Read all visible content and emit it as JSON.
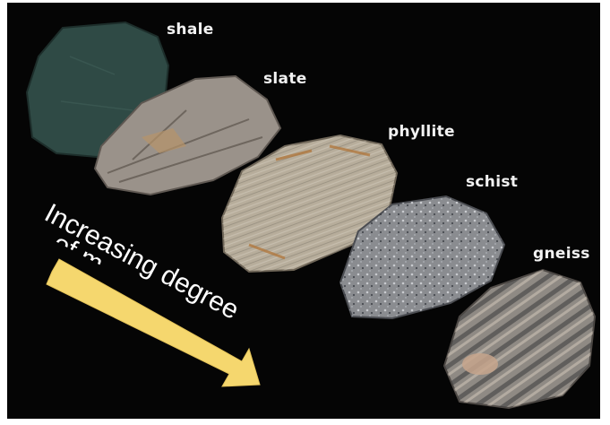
{
  "labels": {
    "shale": "shale",
    "slate": "slate",
    "phyllite": "phyllite",
    "schist": "schist",
    "gneiss": "gneiss"
  },
  "caption": {
    "line1": "Increasing degree",
    "line2_partial": "of m"
  },
  "colors": {
    "background": "#050505",
    "label_text": "#f2f2f2",
    "arrow": "#f5d76e",
    "shale": "#2f4a45",
    "slate": "#9a928a",
    "phyllite": "#b7ad9b",
    "schist": "#8a8c90",
    "gneiss": "#8f8a84"
  }
}
